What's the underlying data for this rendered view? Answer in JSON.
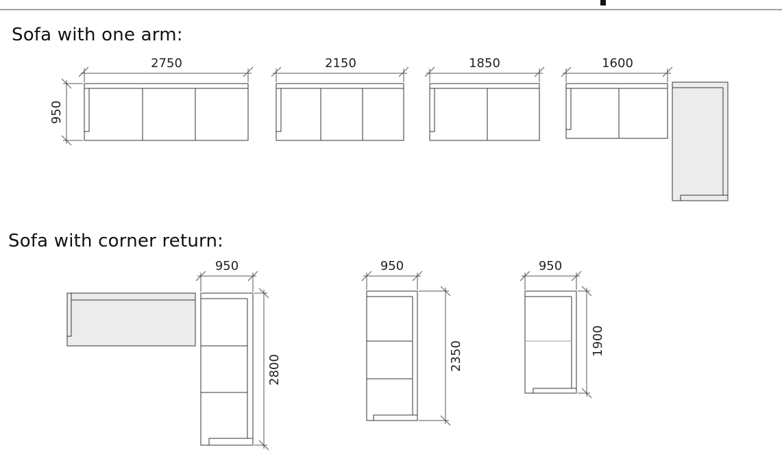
{
  "sections": {
    "one_arm": {
      "title": "Sofa with one arm:",
      "widths": [
        "2750",
        "2150",
        "1850",
        "1600"
      ],
      "depth": "950"
    },
    "corner_return": {
      "title": "Sofa with corner return:",
      "depth_labels": [
        "950",
        "950",
        "950"
      ],
      "lengths": [
        "2800",
        "2350",
        "1900"
      ]
    }
  },
  "colors": {
    "line": "#333333",
    "dimension": "#555555",
    "shade": "#ececec"
  }
}
